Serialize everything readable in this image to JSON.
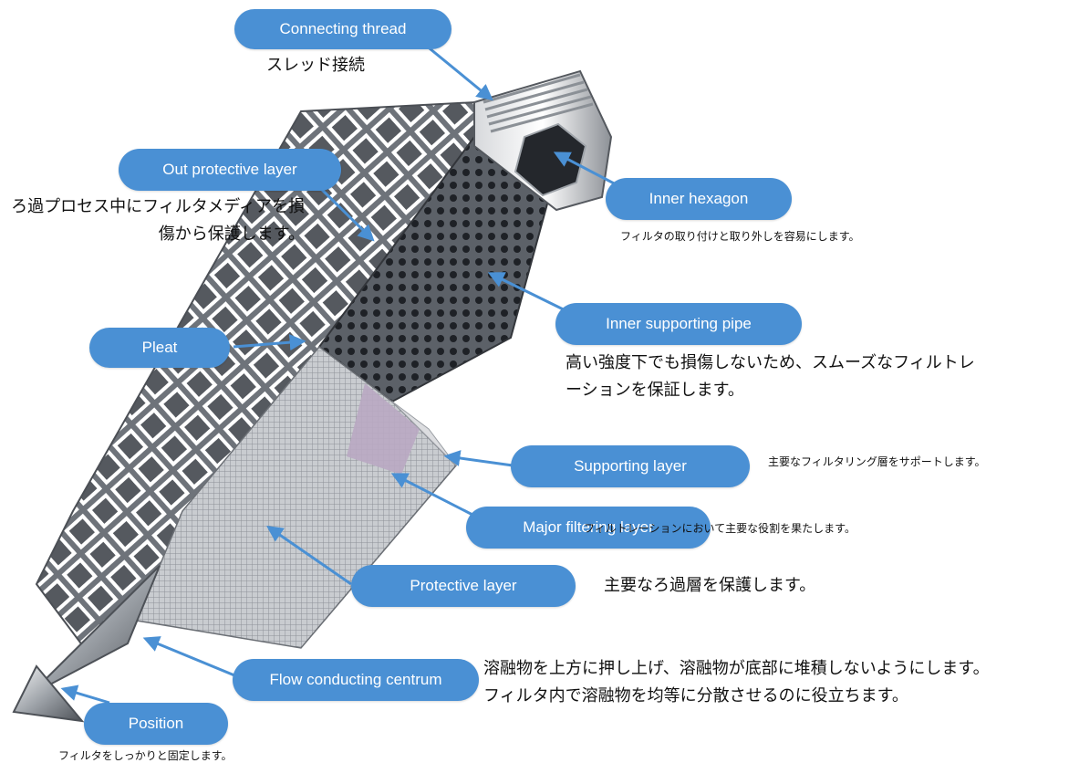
{
  "labels": {
    "connecting_thread": "Connecting thread",
    "out_protective_layer": "Out protective layer",
    "inner_hexagon": "Inner hexagon",
    "inner_supporting_pipe": "Inner supporting pipe",
    "pleat": "Pleat",
    "supporting_layer": "Supporting layer",
    "major_filtering_layer": "Major filtering layer",
    "protective_layer": "Protective layer",
    "flow_conducting_centrum": "Flow conducting centrum",
    "position": "Position"
  },
  "notes": {
    "connecting_thread": "スレッド接続",
    "out_protective_layer": "ろ過プロセス中にフィルタメディアを損傷から保護します。",
    "inner_hexagon": "フィルタの取り付けと取り外しを容易にします。",
    "inner_supporting_pipe": "高い強度下でも損傷しないため、スムーズなフィルトレーションを保証します。",
    "supporting_layer": "主要なフィルタリング層をサポートします。",
    "major_filtering_layer": "フィルトレーションにおいて主要な役割を果たします。",
    "protective_layer": "主要なろ過層を保護します。",
    "flow_conducting_centrum": "溶融物を上方に押し上げ、溶融物が底部に堆積しないようにします。 フィルタ内で溶融物を均等に分散させるのに役立ちます。",
    "position": "フィルタをしっかりと固定します。"
  },
  "colors": {
    "pill": "#4a90d4",
    "arrow": "#4a90d4",
    "metal": "#8a8f96"
  }
}
